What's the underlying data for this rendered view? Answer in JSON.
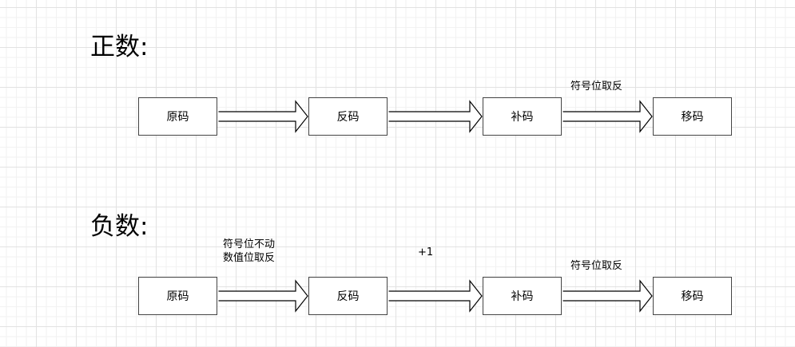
{
  "sections": [
    {
      "heading": "正数:",
      "nodes": [
        "原码",
        "反码",
        "补码",
        "移码"
      ],
      "edge_labels": [
        "",
        "",
        "符号位取反"
      ]
    },
    {
      "heading": "负数:",
      "nodes": [
        "原码",
        "反码",
        "补码",
        "移码"
      ],
      "edge_labels": [
        "符号位不动\n数值位取反",
        "+1",
        "符号位取反"
      ]
    }
  ],
  "colors": {
    "box_border": "#444444",
    "arrow_stroke": "#000000",
    "text": "#000000"
  }
}
